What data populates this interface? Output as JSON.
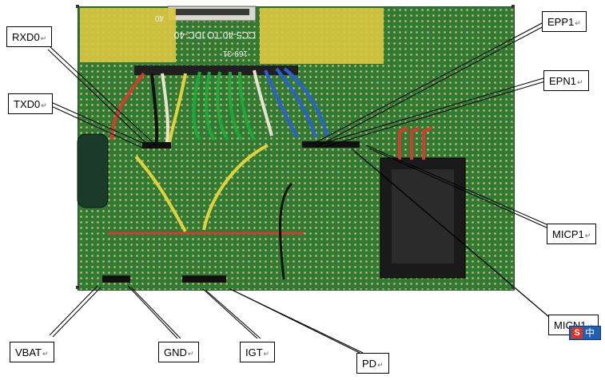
{
  "labels": {
    "rxd0": "RXD0",
    "txd0": "TXD0",
    "epp1": "EPP1",
    "epn1": "EPN1",
    "micp1": "MICP1",
    "micn1": "MICN1",
    "vbat": "VBAT",
    "gnd": "GND",
    "igt": "IGT",
    "pd": "PD"
  },
  "paragraph_mark": "↵",
  "board_text": {
    "adapter": "CC5-40 TO IDC-40",
    "part": "169-31",
    "pin": "40"
  },
  "ime": {
    "logo": "S",
    "mode": "中"
  },
  "colors": {
    "board": "#2f7a34",
    "tape": "#d9c640",
    "wire_green": "#1fa83a",
    "wire_blue": "#2b5fd6",
    "wire_white": "#e8e2cf",
    "wire_red": "#d83a2e",
    "wire_yellow": "#e2d23a",
    "wire_black": "#111111"
  }
}
